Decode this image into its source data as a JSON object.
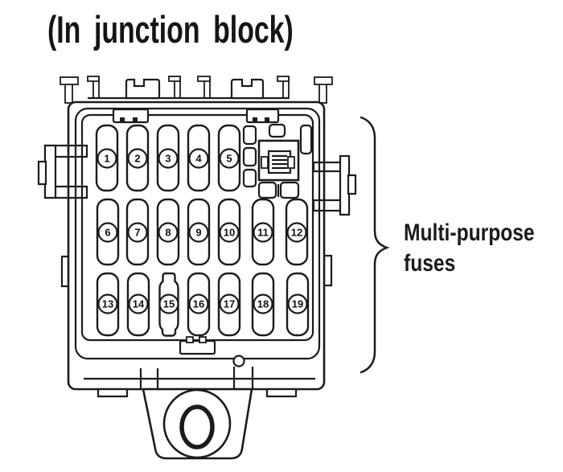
{
  "title": "(In junction block)",
  "label": {
    "line1": "Multi-purpose",
    "line2": "fuses"
  },
  "fuse_rows": [
    {
      "fuses": [
        "1",
        "2",
        "3",
        "4",
        "5"
      ]
    },
    {
      "fuses": [
        "6",
        "7",
        "8",
        "9",
        "10",
        "11",
        "12"
      ]
    },
    {
      "fuses": [
        "13",
        "14",
        "15",
        "16",
        "17",
        "18",
        "19"
      ]
    }
  ],
  "colors": {
    "ink": "#1b1b1b",
    "paper": "#ffffff"
  }
}
